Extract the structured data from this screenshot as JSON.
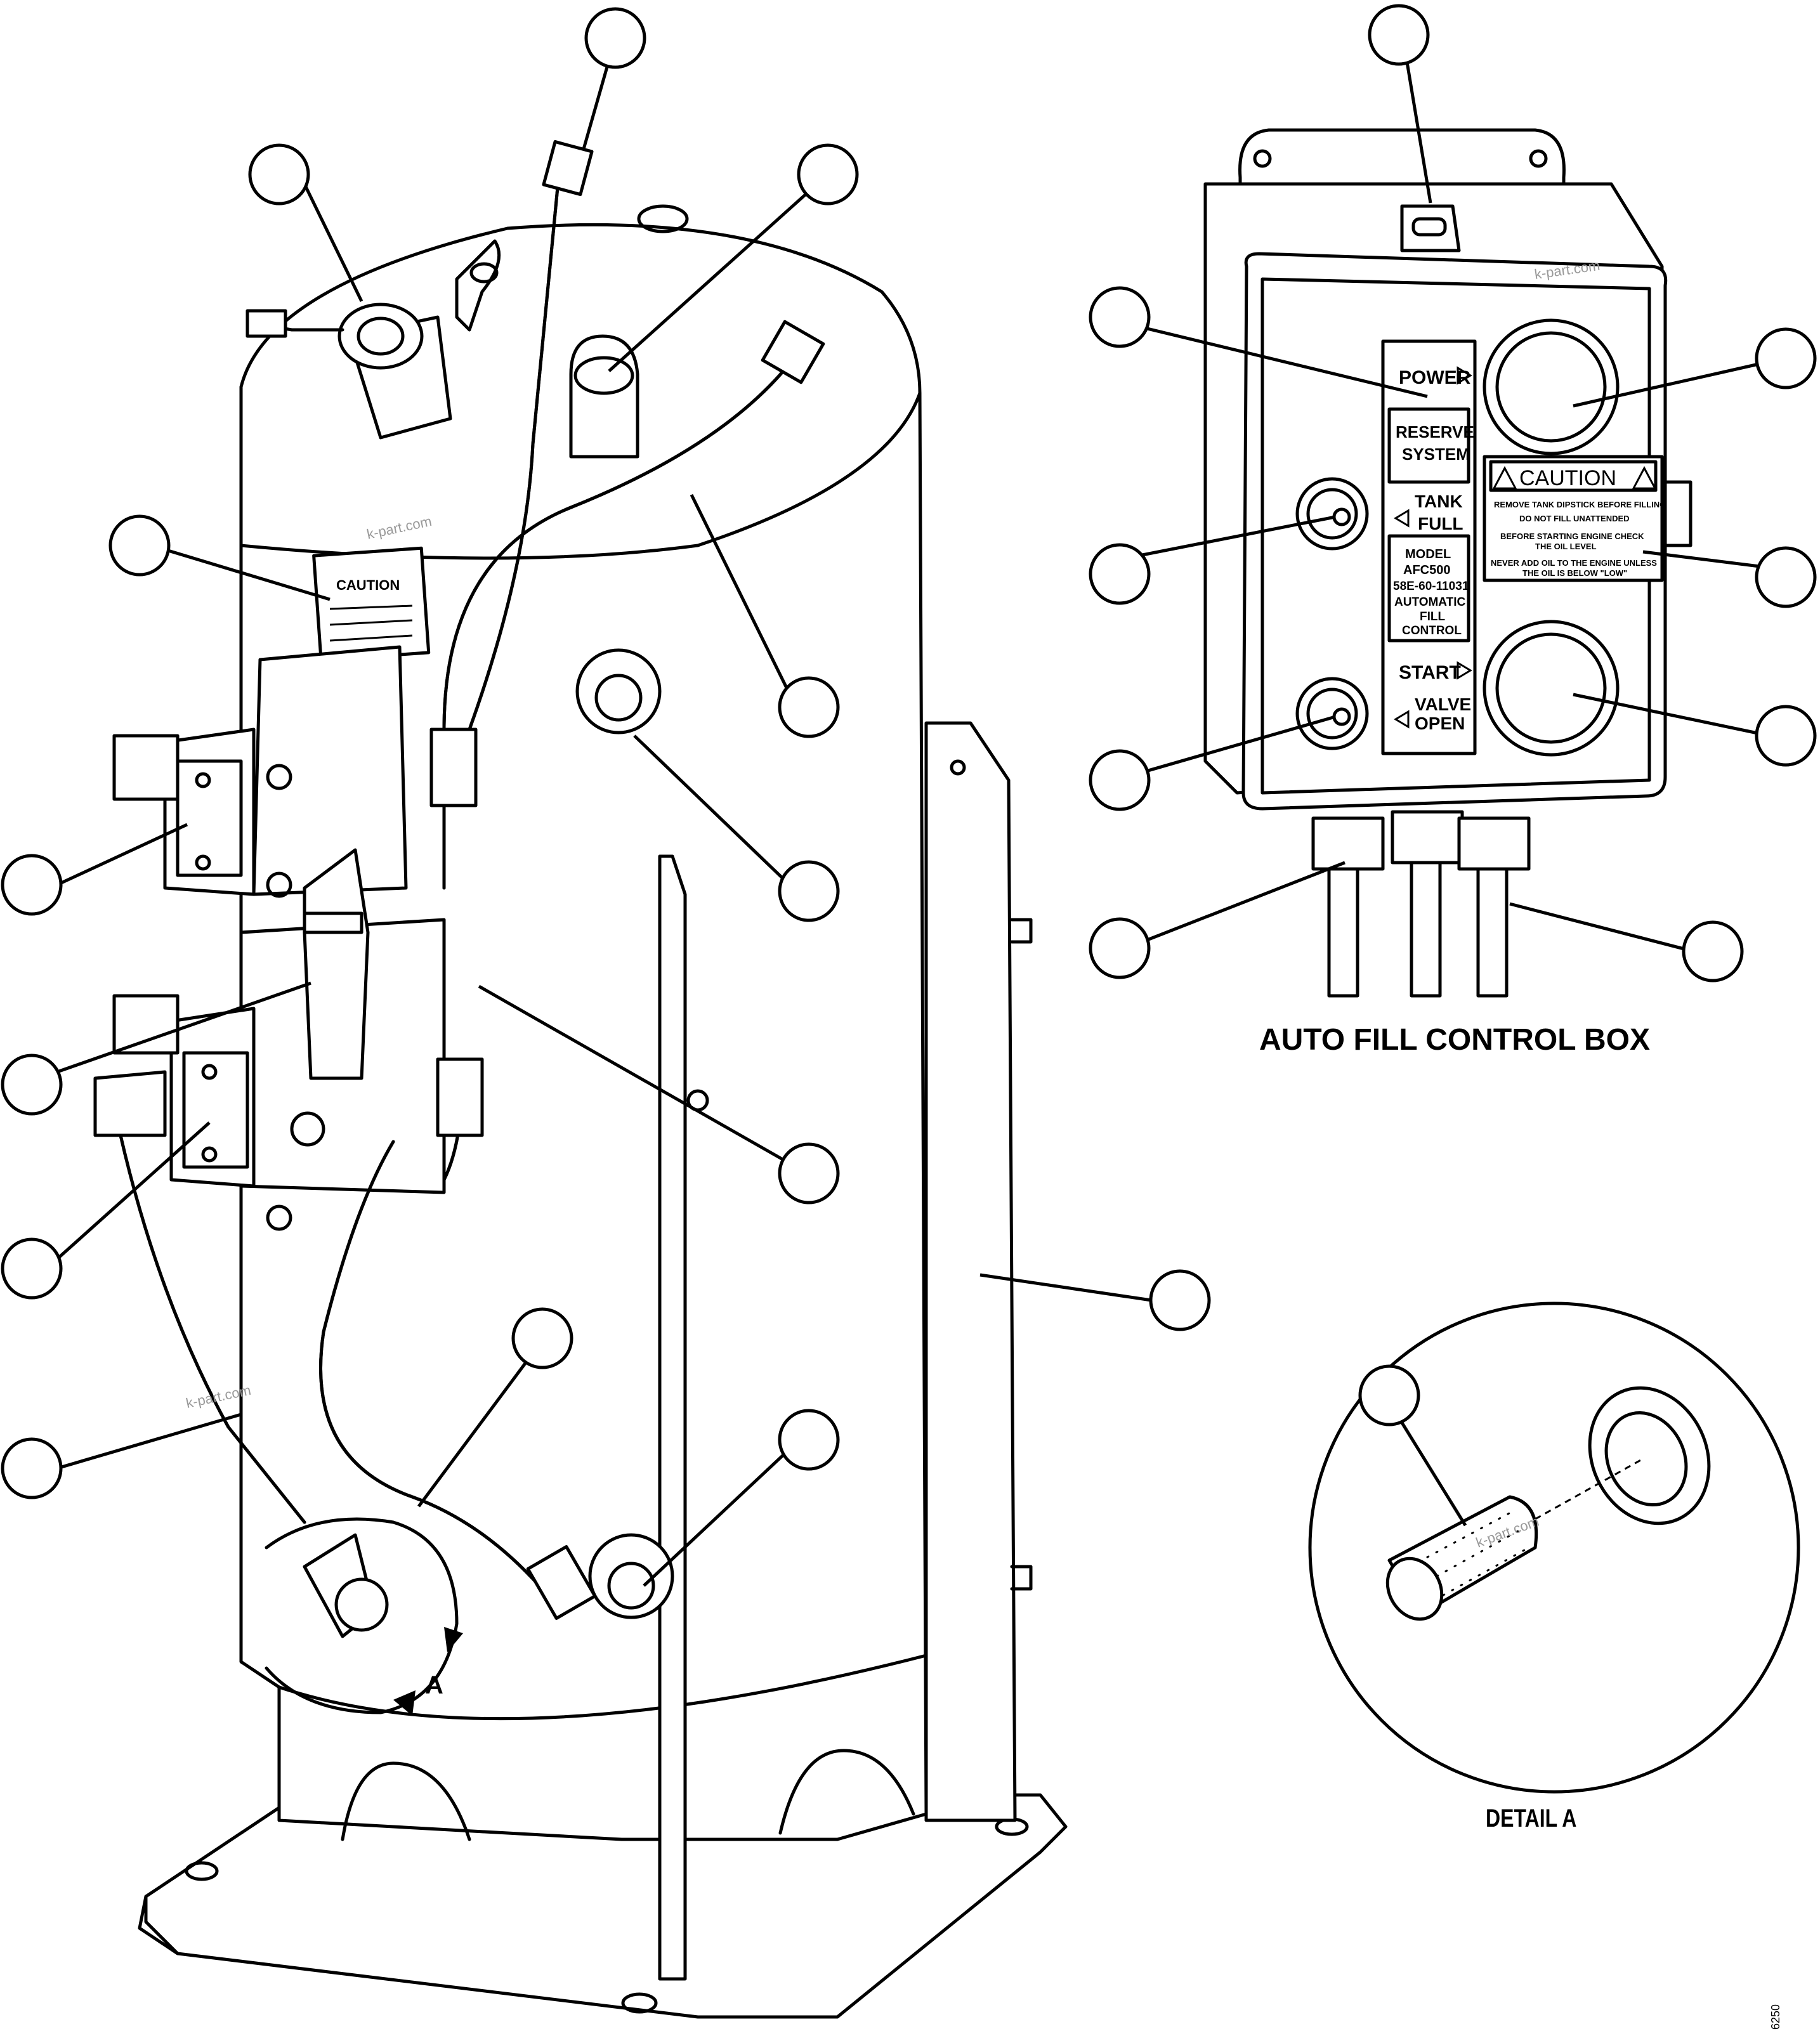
{
  "control_box": {
    "title": "AUTO FILL CONTROL BOX",
    "labels": {
      "power": "POWER",
      "reserve_1": "RESERVE",
      "reserve_2": "SYSTEM",
      "tank_1": "TANK",
      "tank_2": "FULL",
      "model_1": "MODEL",
      "model_2": "AFC500",
      "model_3": "58E-60-11031",
      "model_4": "AUTOMATIC",
      "model_5": "FILL",
      "model_6": "CONTROL",
      "start": "START",
      "valve_1": "VALVE",
      "valve_2": "OPEN"
    },
    "caution": {
      "heading": "CAUTION",
      "line_1": "REMOVE TANK DIPSTICK BEFORE FILLING",
      "line_2": "DO NOT FILL UNATTENDED",
      "line_3": "BEFORE STARTING ENGINE CHECK",
      "line_4": "THE OIL LEVEL",
      "line_5": "NEVER ADD OIL TO THE ENGINE UNLESS",
      "line_6": "THE OIL IS BELOW \"LOW\""
    }
  },
  "tank": {
    "caution_heading": "CAUTION",
    "view_marker": "A"
  },
  "detail": {
    "title": "DETAIL A"
  },
  "watermark": "k-part.com",
  "figure_id": "6250"
}
